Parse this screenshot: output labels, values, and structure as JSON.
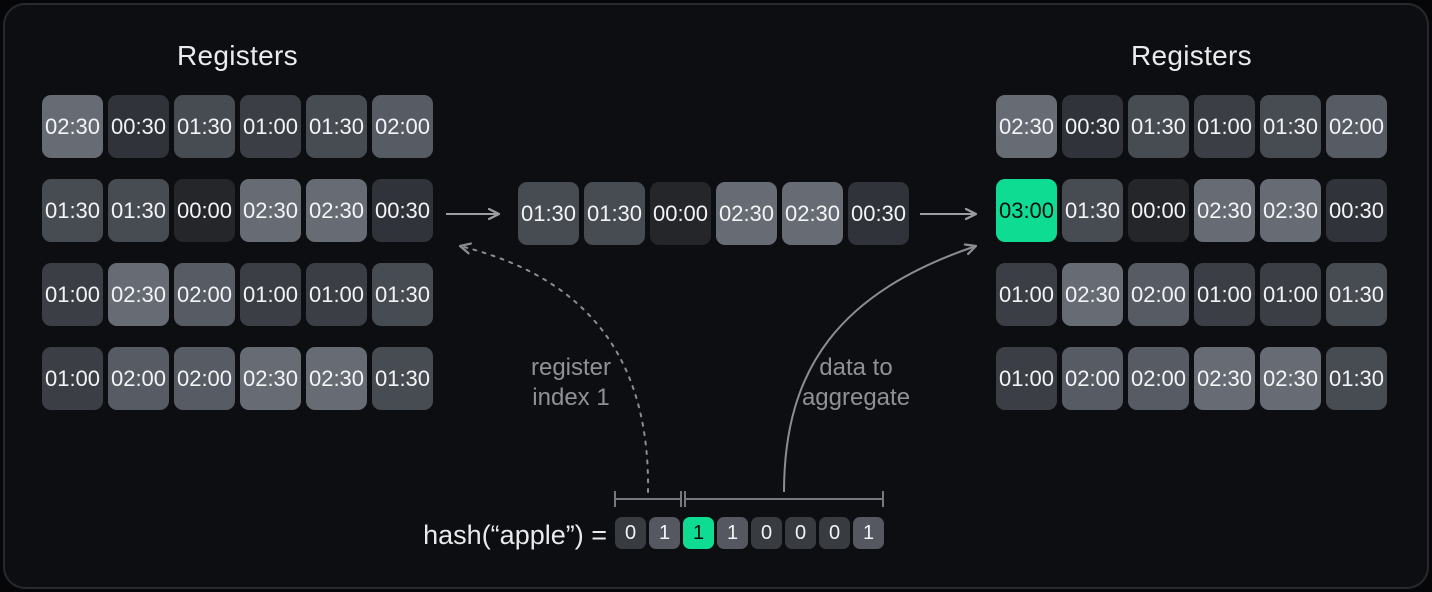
{
  "colors": {
    "canvas_bg": "#060608",
    "panel_bg": "#0d0e11",
    "panel_border": "#26292e",
    "title_text": "#e9ebed",
    "cell_text": "#f3f4f6",
    "highlight": "#0edc92",
    "highlight_text": "#0b0d10",
    "note_text": "#8e9196",
    "arrow": "#9a9da2",
    "curve": "#8a8d93",
    "bracket": "#75787e",
    "hash_text": "#e9eaec",
    "bit_zero_bg": "#383b40",
    "bit_one_bg": "#555860",
    "value_colors": {
      "00:00": "#24262a",
      "00:30": "#303339",
      "01:00": "#3b3e45",
      "01:30": "#474b52",
      "02:00": "#575b63",
      "02:30": "#676b73",
      "03:00": "#0edc92"
    }
  },
  "left_registers": {
    "title": "Registers",
    "rows": [
      [
        "02:30",
        "00:30",
        "01:30",
        "01:00",
        "01:30",
        "02:00"
      ],
      [
        "01:30",
        "01:30",
        "00:00",
        "02:30",
        "02:30",
        "00:30"
      ],
      [
        "01:00",
        "02:30",
        "02:00",
        "01:00",
        "01:00",
        "01:30"
      ],
      [
        "01:00",
        "02:00",
        "02:00",
        "02:30",
        "02:30",
        "01:30"
      ]
    ]
  },
  "middle_row": {
    "cells": [
      "01:30",
      "01:30",
      "00:00",
      "02:30",
      "02:30",
      "00:30"
    ]
  },
  "right_registers": {
    "title": "Registers",
    "rows": [
      [
        "02:30",
        "00:30",
        "01:30",
        "01:00",
        "01:30",
        "02:00"
      ],
      [
        "03:00",
        "01:30",
        "00:00",
        "02:30",
        "02:30",
        "00:30"
      ],
      [
        "01:00",
        "02:30",
        "02:00",
        "01:00",
        "01:00",
        "01:30"
      ],
      [
        "01:00",
        "02:00",
        "02:00",
        "02:30",
        "02:30",
        "01:30"
      ]
    ],
    "highlight": {
      "row": 1,
      "col": 0
    }
  },
  "annotations": {
    "register_index": "register\nindex 1",
    "data_to_aggregate": "data to\naggregate"
  },
  "hash": {
    "label": "hash(“apple”) =",
    "bits": [
      "0",
      "1",
      "1",
      "1",
      "0",
      "0",
      "0",
      "1"
    ],
    "highlight_index": 2
  }
}
